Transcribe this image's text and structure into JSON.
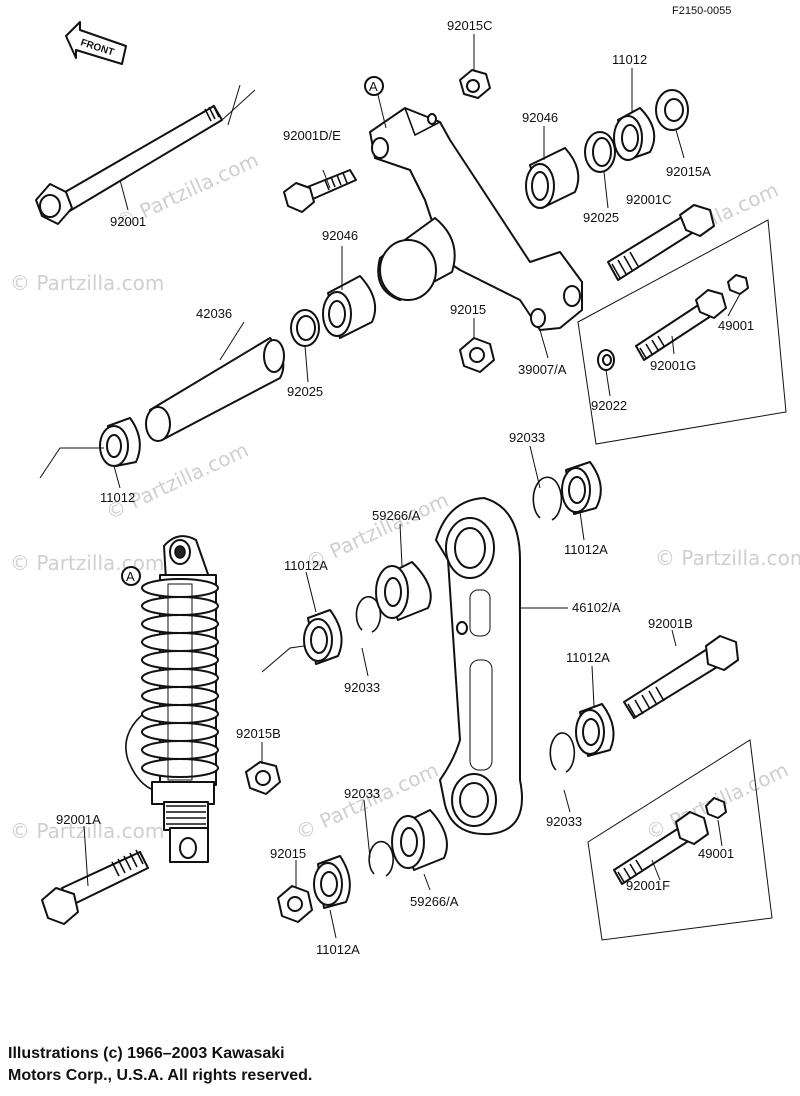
{
  "diagram": {
    "reference_code": "F2150-0055",
    "front_label": "FRONT",
    "callout_letter": "A",
    "watermark": "© Partzilla.com",
    "copyright_line1": "Illustrations (c) 1966–2003 Kawasaki",
    "copyright_line2": "Motors Corp., U.S.A.  All rights reserved."
  },
  "parts": [
    {
      "number": "92015C"
    },
    {
      "number": "11012"
    },
    {
      "number": "92046"
    },
    {
      "number": "92001D/E"
    },
    {
      "number": "92015A"
    },
    {
      "number": "92025"
    },
    {
      "number": "92001C"
    },
    {
      "number": "92001"
    },
    {
      "number": "92046"
    },
    {
      "number": "42036"
    },
    {
      "number": "92015"
    },
    {
      "number": "49001"
    },
    {
      "number": "92025"
    },
    {
      "number": "39007/A"
    },
    {
      "number": "92001G"
    },
    {
      "number": "92022"
    },
    {
      "number": "11012"
    },
    {
      "number": "92033"
    },
    {
      "number": "11012A"
    },
    {
      "number": "59266/A"
    },
    {
      "number": "11012A"
    },
    {
      "number": "46102/A"
    },
    {
      "number": "92033"
    },
    {
      "number": "92001B"
    },
    {
      "number": "11012A"
    },
    {
      "number": "92015B"
    },
    {
      "number": "92001A"
    },
    {
      "number": "92033"
    },
    {
      "number": "92033"
    },
    {
      "number": "49001"
    },
    {
      "number": "92015"
    },
    {
      "number": "92001F"
    },
    {
      "number": "59266/A"
    },
    {
      "number": "11012A"
    }
  ]
}
